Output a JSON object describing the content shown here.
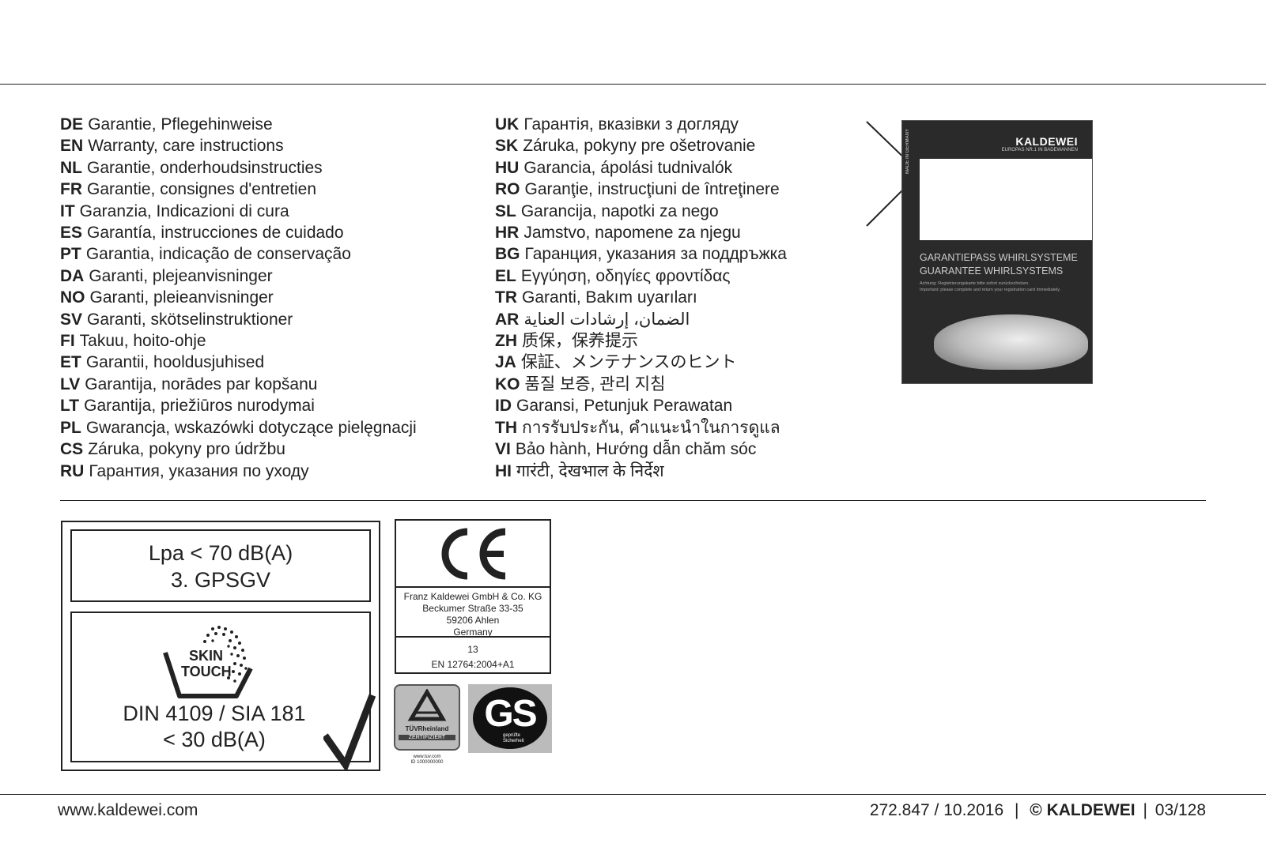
{
  "languages_left": [
    {
      "code": "DE",
      "text": "Garantie, Pflegehinweise"
    },
    {
      "code": "EN",
      "text": "Warranty, care instructions"
    },
    {
      "code": "NL",
      "text": "Garantie, onderhoudsinstructies"
    },
    {
      "code": "FR",
      "text": "Garantie, consignes d'entretien"
    },
    {
      "code": "IT",
      "text": "Garanzia, Indicazioni di cura"
    },
    {
      "code": "ES",
      "text": "Garantía, instrucciones de cuidado"
    },
    {
      "code": "PT",
      "text": "Garantia, indicação de conservação"
    },
    {
      "code": "DA",
      "text": "Garanti, plejeanvisninger"
    },
    {
      "code": "NO",
      "text": "Garanti, pleieanvisninger"
    },
    {
      "code": "SV",
      "text": "Garanti, skötselinstruktioner"
    },
    {
      "code": "FI",
      "text": "Takuu, hoito-ohje"
    },
    {
      "code": "ET",
      "text": "Garantii, hooldusjuhised"
    },
    {
      "code": "LV",
      "text": "Garantija, norādes par kopšanu"
    },
    {
      "code": "LT",
      "text": "Garantija, priežiūros nurodymai"
    },
    {
      "code": "PL",
      "text": "Gwarancja, wskazówki dotyczące pielęgnacji"
    },
    {
      "code": "CS",
      "text": "Záruka, pokyny pro údržbu"
    },
    {
      "code": "RU",
      "text": "Гарантия, указания по уходу"
    }
  ],
  "languages_right": [
    {
      "code": "UK",
      "text": "Гарантія, вказівки з догляду"
    },
    {
      "code": "SK",
      "text": "Záruka, pokyny pre ošetrovanie"
    },
    {
      "code": "HU",
      "text": "Garancia, ápolási tudnivalók"
    },
    {
      "code": "RO",
      "text": "Garanţie, instrucţiuni de întreţinere"
    },
    {
      "code": "SL",
      "text": "Garancija, napotki za nego"
    },
    {
      "code": "HR",
      "text": "Jamstvo, napomene za njegu"
    },
    {
      "code": "BG",
      "text": "Гаранция, указания за поддръжка"
    },
    {
      "code": "EL",
      "text": "Εγγύηση, οδηγίες φροντίδας"
    },
    {
      "code": "TR",
      "text": "Garanti, Bakım uyarıları"
    },
    {
      "code": "AR",
      "text": "الضمان، إرشادات العناية"
    },
    {
      "code": "ZH",
      "text": "质保，保养提示"
    },
    {
      "code": "JA",
      "text": "保証、メンテナンスのヒント"
    },
    {
      "code": "KO",
      "text": "품질 보증, 관리 지침"
    },
    {
      "code": "ID",
      "text": "Garansi, Petunjuk Perawatan"
    },
    {
      "code": "TH",
      "text": "การรับประกัน, คำแนะนำในการดูแล"
    },
    {
      "code": "VI",
      "text": "Bảo hành, Hướng dẫn chăm sóc"
    },
    {
      "code": "HI",
      "text": "गारंटी, देखभाल के निर्देश"
    }
  ],
  "cover": {
    "brand": "KALDEWEI",
    "brand_sub": "EUROPAS NR.1 IN BADEWANNEN",
    "vertical": "MADE IN GERMANY",
    "title1": "GARANTIEPASS WHIRLSYSTEME",
    "title2": "GUARANTEE WHIRLSYSTEMS",
    "note1": "Achtung: Registrierungskarte bitte sofort zurückschicken.",
    "note2": "Important: please complete and return your registration card immediately."
  },
  "noise": {
    "line1": "Lpa < 70 dB(A)",
    "line2": "3. GPSGV"
  },
  "skin": {
    "label1": "SKIN",
    "label2": "TOUCH",
    "din": "DIN 4109 / SIA 181",
    "db": "< 30 dB(A)"
  },
  "ce": {
    "mark": "CE",
    "company": "Franz Kaldewei GmbH & Co. KG",
    "street": "Beckumer Straße 33-35",
    "city": "59206 Ahlen",
    "country": "Germany",
    "year": "13",
    "norm": "EN 12764:2004+A1"
  },
  "tuv": {
    "name": "TÜVRheinland",
    "cert": "ZERTIFIZIERT",
    "url": "www.tuv.com",
    "id": "ID 1000000000"
  },
  "gs": {
    "mark": "GS",
    "sub1": "geprüfte",
    "sub2": "Sicherheit"
  },
  "footer": {
    "url": "www.kaldewei.com",
    "doc": "272.847 / 10.2016",
    "copy": "© KALDEWEI",
    "page": "03/128"
  }
}
